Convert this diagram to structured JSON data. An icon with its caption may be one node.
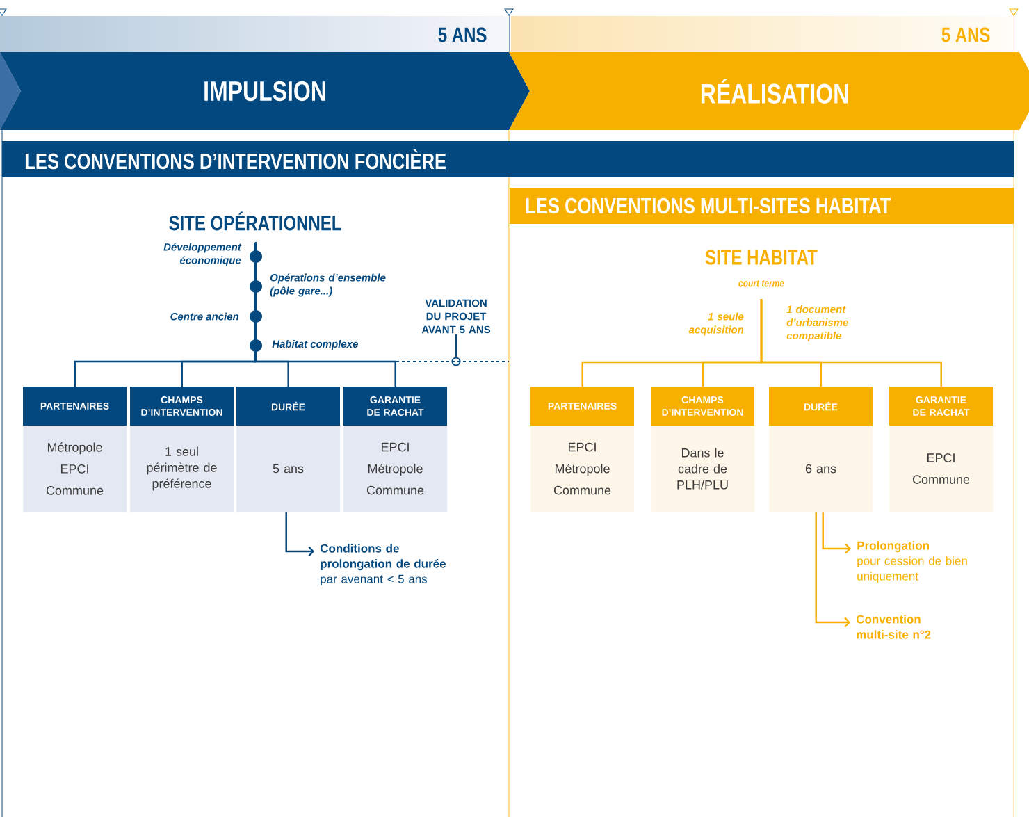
{
  "diagram": {
    "nodes": [
      {
        "text": [
          "IMPULSION"
        ],
        "beside": [
          "5 ANS"
        ]
      },
      {
        "text": [
          "RÉALISATION"
        ],
        "beside": [
          "5 ANS"
        ]
      },
      {
        "text": [
          "LES CONVENTIONS D’INTERVENTION FONCIÈRE"
        ]
      },
      {
        "text": [
          "LES CONVENTIONS MULTI-SITES HABITAT"
        ]
      },
      {
        "text": [
          "SITE OPÉRATIONNEL"
        ]
      },
      {
        "text": [
          "PARTENAIRES",
          "Métropole",
          "EPCI",
          "Commune"
        ]
      },
      {
        "text": [
          "CHAMPS D’INTERVENTION",
          "1 seul périmètre de préférence"
        ]
      },
      {
        "text": [
          "DURÉE",
          "5 ans"
        ]
      },
      {
        "text": [
          "GARANTIE DE RACHAT",
          "EPCI",
          "Métropole",
          "Commune"
        ]
      },
      {
        "text": [
          "Conditions de prolongation de durée",
          "par avenant < 5 ans"
        ]
      },
      {
        "text": [
          "VALIDATION DU PROJET AVANT 5 ANS"
        ]
      },
      {
        "text": [
          "SITE HABITAT",
          "court terme"
        ]
      },
      {
        "text": [
          "PARTENAIRES",
          "EPCI",
          "Métropole",
          "Commune"
        ]
      },
      {
        "text": [
          "CHAMPS D’INTERVENTION",
          "Dans le cadre de PLH/PLU"
        ]
      },
      {
        "text": [
          "DURÉE",
          "6 ans"
        ]
      },
      {
        "text": [
          "GARANTIE DE RACHAT",
          "EPCI",
          "Commune"
        ]
      },
      {
        "text": [
          "Prolongation",
          "pour cession de bien uniquement"
        ]
      },
      {
        "text": [
          "Convention multi-site n°2"
        ]
      },
      {
        "text": [],
        "shape": "circle"
      }
    ],
    "edges": [
      {
        "from": 4,
        "to": 5,
        "arrow": "none",
        "color": "#03487f"
      },
      {
        "from": 4,
        "to": 6,
        "arrow": "none",
        "color": "#03487f"
      },
      {
        "from": 4,
        "to": 7,
        "arrow": "none",
        "color": "#03487f"
      },
      {
        "from": 4,
        "to": 8,
        "arrow": "none",
        "color": "#03487f"
      },
      {
        "from": 7,
        "to": 9,
        "arrow": "to",
        "color": "#03487f"
      },
      {
        "from": 10,
        "to": 18,
        "arrow": "none",
        "color": "#03487f"
      },
      {
        "from": 11,
        "to": 12,
        "arrow": "none",
        "color": "#f8b000"
      },
      {
        "from": 11,
        "to": 13,
        "arrow": "none",
        "color": "#f8b000"
      },
      {
        "from": 11,
        "to": 14,
        "arrow": "none",
        "color": "#f8b000"
      },
      {
        "from": 11,
        "to": 15,
        "arrow": "none",
        "color": "#f8b000"
      },
      {
        "from": 14,
        "to": 16,
        "arrow": "to",
        "color": "#f8b000"
      },
      {
        "from": 14,
        "to": 17,
        "arrow": "to",
        "color": "#f8b000"
      }
    ],
    "labels": [
      "Développement économique",
      "Opérations d’ensemble (pôle gare...)",
      "Centre ancien",
      "Habitat complexe",
      "1 seule acquisition",
      "1 document d’urbanisme compatible"
    ]
  }
}
